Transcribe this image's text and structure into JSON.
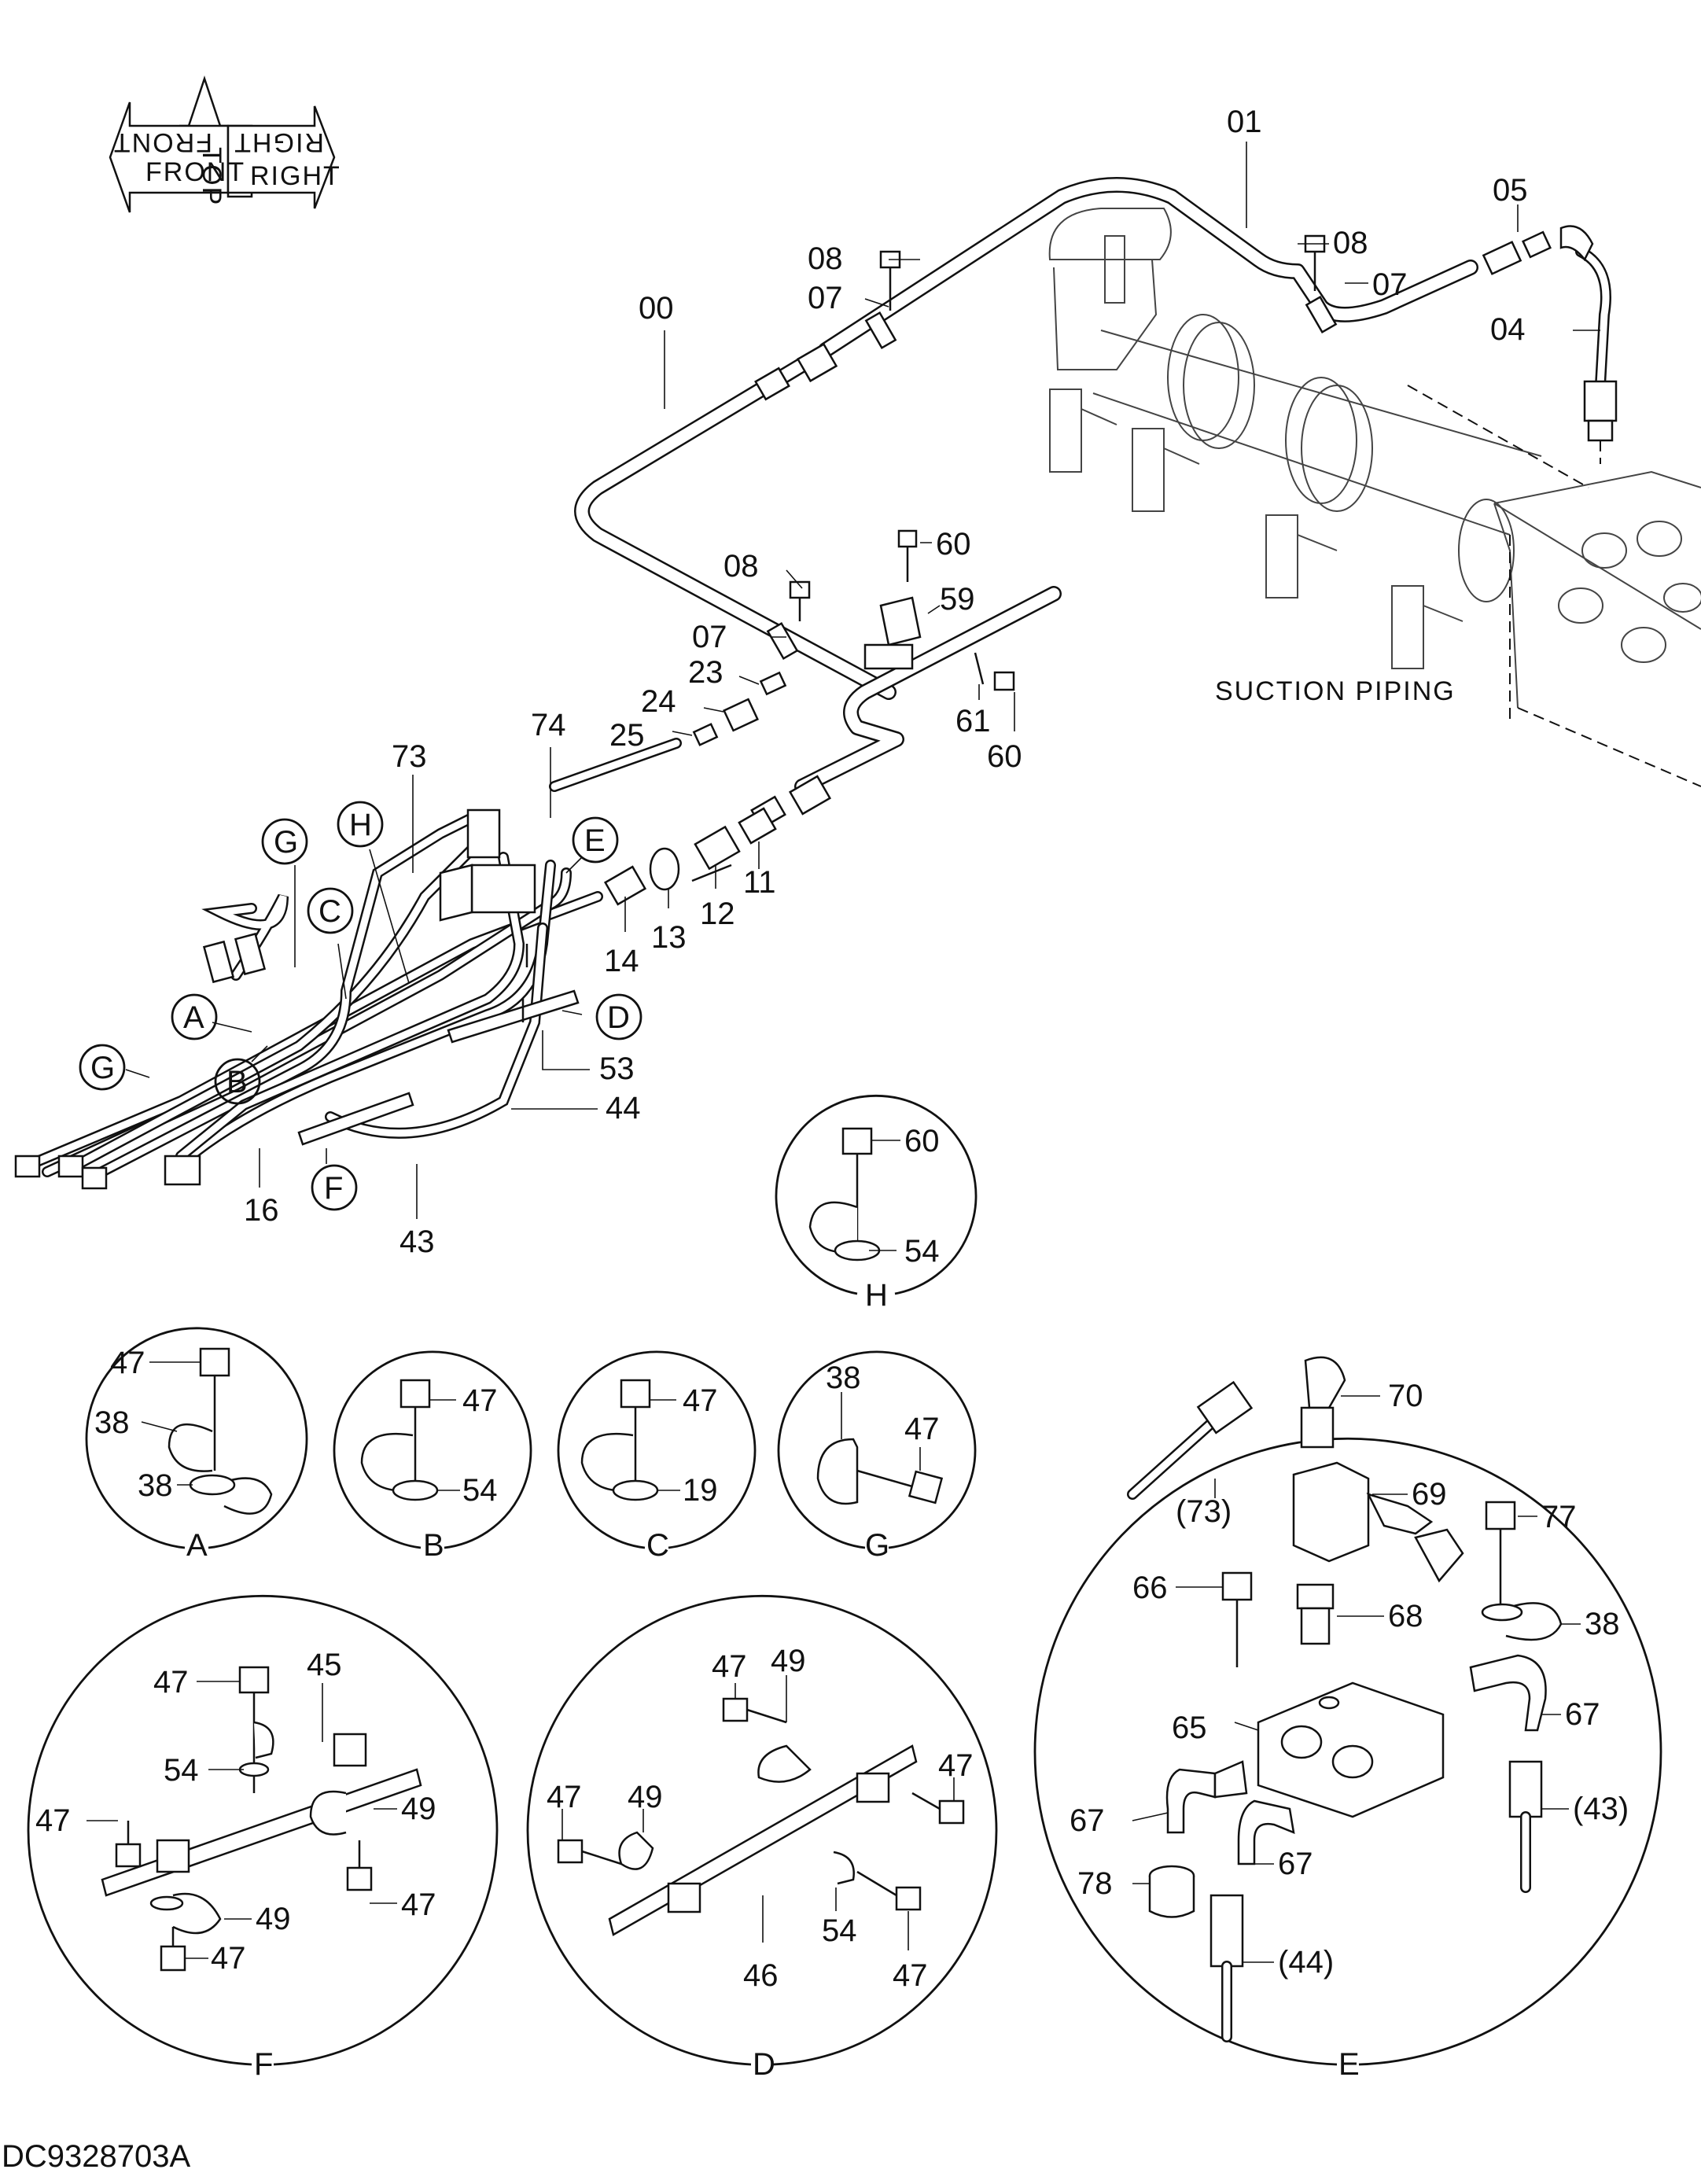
{
  "orientation": {
    "top": "TOP",
    "front": "FRONT",
    "right": "RIGHT",
    "front_mirror": "FRONT",
    "right_mirror": "RIGHT"
  },
  "main_labels": {
    "l00": "00",
    "l01": "01",
    "l04": "04",
    "l05": "05",
    "l08a": "08",
    "l07a": "07",
    "l08b": "08",
    "l07b": "07",
    "l08c": "08",
    "l07c": "07",
    "l60a": "60",
    "l59": "59",
    "l61": "61",
    "l60b": "60",
    "l23": "23",
    "l24": "24",
    "l25": "25",
    "l74": "74",
    "l73": "73",
    "l11": "11",
    "l12": "12",
    "l13": "13",
    "l14": "14",
    "l53": "53",
    "l44": "44",
    "l43": "43",
    "l16": "16"
  },
  "callouts": {
    "A": "A",
    "B": "B",
    "C": "C",
    "D": "D",
    "E": "E",
    "F": "F",
    "G": "G",
    "G2": "G",
    "H": "H"
  },
  "suction_label": "SUCTION PIPING",
  "details": {
    "H": {
      "title": "H",
      "bolt": "60",
      "washer": "54"
    },
    "A": {
      "title": "A",
      "bolt": "47",
      "clamp1": "38",
      "clamp2": "38"
    },
    "B": {
      "title": "B",
      "bolt": "47",
      "washer": "54"
    },
    "C": {
      "title": "C",
      "bolt": "47",
      "washer": "19"
    },
    "G": {
      "title": "G",
      "clamp": "38",
      "bolt": "47"
    },
    "F": {
      "title": "F",
      "bolt_top": "47",
      "bar": "45",
      "washer": "54",
      "bolt_left": "47",
      "clamp_right": "49",
      "bolt_right": "47",
      "clamp_bottom": "49",
      "bolt_bottom": "47"
    },
    "D": {
      "title": "D",
      "bolt_top": "47",
      "clamp_top": "49",
      "bolt_right": "47",
      "bolt_left": "47",
      "clamp_left": "49",
      "washer": "54",
      "bar": "46",
      "bolt_bottom": "47"
    },
    "E": {
      "title": "E",
      "hose": "(73)",
      "elbow_top": "70",
      "block_top": "69",
      "bolt_right": "77",
      "clamp": "38",
      "bolt_left": "66",
      "nipple": "68",
      "elbow_right": "67",
      "block": "65",
      "hose_right": "(43)",
      "elbow_left": "67",
      "elbow_mid": "67",
      "spacer": "78",
      "hose_bottom": "(44)"
    }
  },
  "drawing_code": "DC9328703A"
}
